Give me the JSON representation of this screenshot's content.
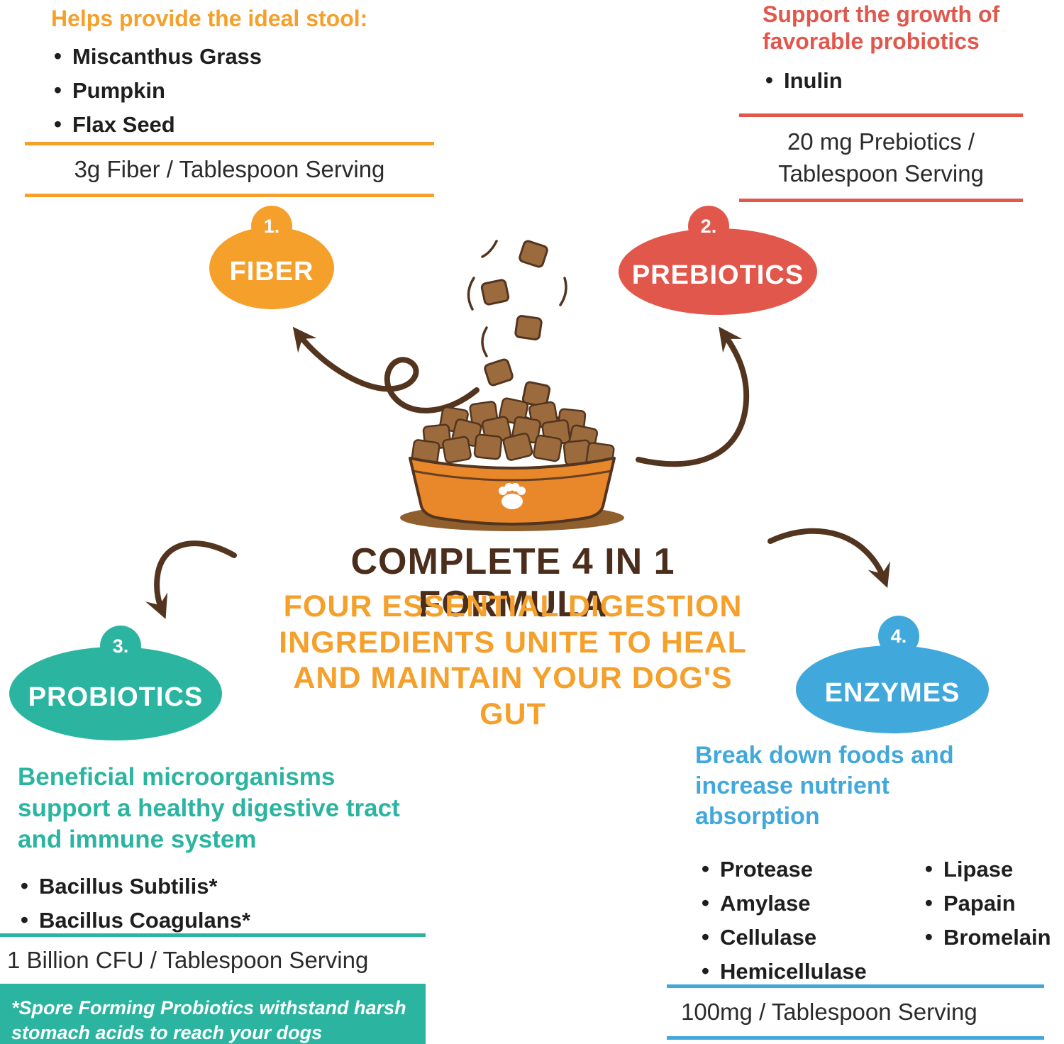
{
  "colors": {
    "orange": "#F5A02B",
    "red": "#E2574C",
    "teal": "#2BB5A0",
    "blue": "#41A8DC",
    "brown": "#53351F",
    "title_brown": "#4A2D1B"
  },
  "fiber": {
    "heading": "Helps provide the ideal stool:",
    "items": [
      "Miscanthus Grass",
      "Pumpkin",
      "Flax Seed"
    ],
    "serving": "3g Fiber / Tablespoon Serving",
    "badge_number": "1.",
    "badge_label": "FIBER"
  },
  "prebiotics": {
    "heading": "Support the growth of favorable probiotics",
    "items": [
      "Inulin"
    ],
    "serving": "20 mg Prebiotics / Tablespoon Serving",
    "badge_number": "2.",
    "badge_label": "PREBIOTICS"
  },
  "center": {
    "title": "COMPLETE 4 IN 1 FORMULA",
    "subtitle_lines": [
      "FOUR ESSENTIAL DIGESTION",
      "INGREDIENTS UNITE TO HEAL",
      "AND MAINTAIN YOUR DOG'S GUT"
    ]
  },
  "probiotics": {
    "badge_number": "3.",
    "badge_label": "PROBIOTICS",
    "description": "Beneficial microorganisms support a healthy digestive tract and immune system",
    "items": [
      "Bacillus Subtilis*",
      "Bacillus Coagulans*"
    ],
    "serving": "1 Billion CFU / Tablespoon Serving",
    "footnote": "*Spore Forming Probiotics withstand harsh stomach acids to reach your dogs intestines"
  },
  "enzymes": {
    "badge_number": "4.",
    "badge_label": "ENZYMES",
    "description": "Break down foods and increase nutrient absorption",
    "items_col1": [
      "Protease",
      "Amylase",
      "Cellulase",
      "Hemicellulase"
    ],
    "items_col2": [
      "Lipase",
      "Papain",
      "Bromelain"
    ],
    "serving": "100mg / Tablespoon Serving"
  }
}
